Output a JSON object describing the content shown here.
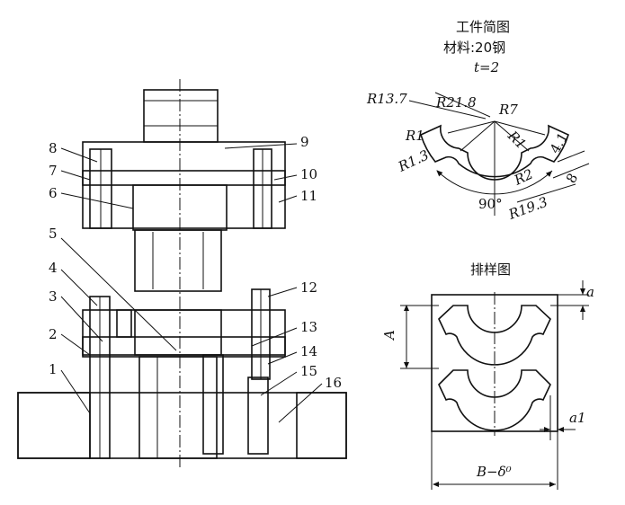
{
  "labels": {
    "1": "1",
    "2": "2",
    "3": "3",
    "4": "4",
    "5": "5",
    "6": "6",
    "7": "7",
    "8": "8",
    "9": "9",
    "10": "10",
    "11": "11",
    "12": "12",
    "13": "13",
    "14": "14",
    "15": "15",
    "16": "16"
  },
  "workpiece": {
    "title": "工件简图",
    "material": "材料:20钢",
    "thickness": "t=2",
    "dims": {
      "r13_7": "R13.7",
      "r21_8": "R21.8",
      "r7": "R7",
      "r1_left": "R1",
      "r1_3": "R1.3",
      "r1_right": "R1",
      "r2": "R2",
      "d4_1": "4.1",
      "d8": "8",
      "angle": "90°",
      "r19_3": "R19.3"
    }
  },
  "layout": {
    "title": "排样图",
    "dims": {
      "a": "a",
      "A": "A",
      "a1": "a1",
      "B": "B−δ⁰"
    }
  }
}
